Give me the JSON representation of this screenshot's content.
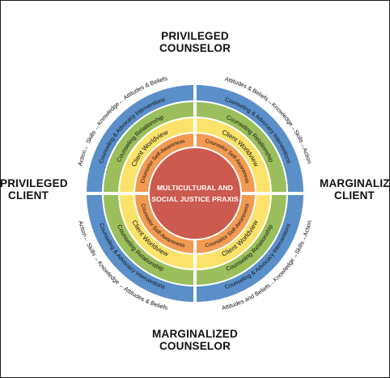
{
  "quadrant_labels": {
    "top": [
      "PRIVILEGED",
      "COUNSELOR"
    ],
    "bottom": [
      "MARGINALIZED",
      "COUNSELOR"
    ],
    "left": [
      "PRIVILEGED",
      "CLIENT"
    ],
    "right": [
      "MARGINALIZED",
      "CLIENT"
    ]
  },
  "center": {
    "lines": [
      "MULTICULTURAL AND",
      "SOCIAL JUSTICE PRAXIS"
    ],
    "color": "#cc5a4f"
  },
  "rings": [
    {
      "id": "self-awareness",
      "label": "Counselor Self-Awareness",
      "color": "#f29a52"
    },
    {
      "id": "client-worldview",
      "label": "Client Worldview",
      "color": "#fbe36b"
    },
    {
      "id": "counseling-relationship",
      "label": "Counseling Relationship",
      "color": "#9bbf5c"
    },
    {
      "id": "interventions",
      "label": "Counseling & Advocacy Interventions",
      "color": "#5a8fc9"
    }
  ],
  "outer_texts": {
    "top_left": "Action← Skills ←Knowledge← Attitudes & Beliefs",
    "top_right": "Attitudes & Beliefs→Knowledge→Skills→Action",
    "bottom_left": "Action← Skills ←Knowledge ←Attitudes & Beliefs",
    "bottom_right": "Attitudes and Beliefs→Knowledge→Skills→Action"
  }
}
